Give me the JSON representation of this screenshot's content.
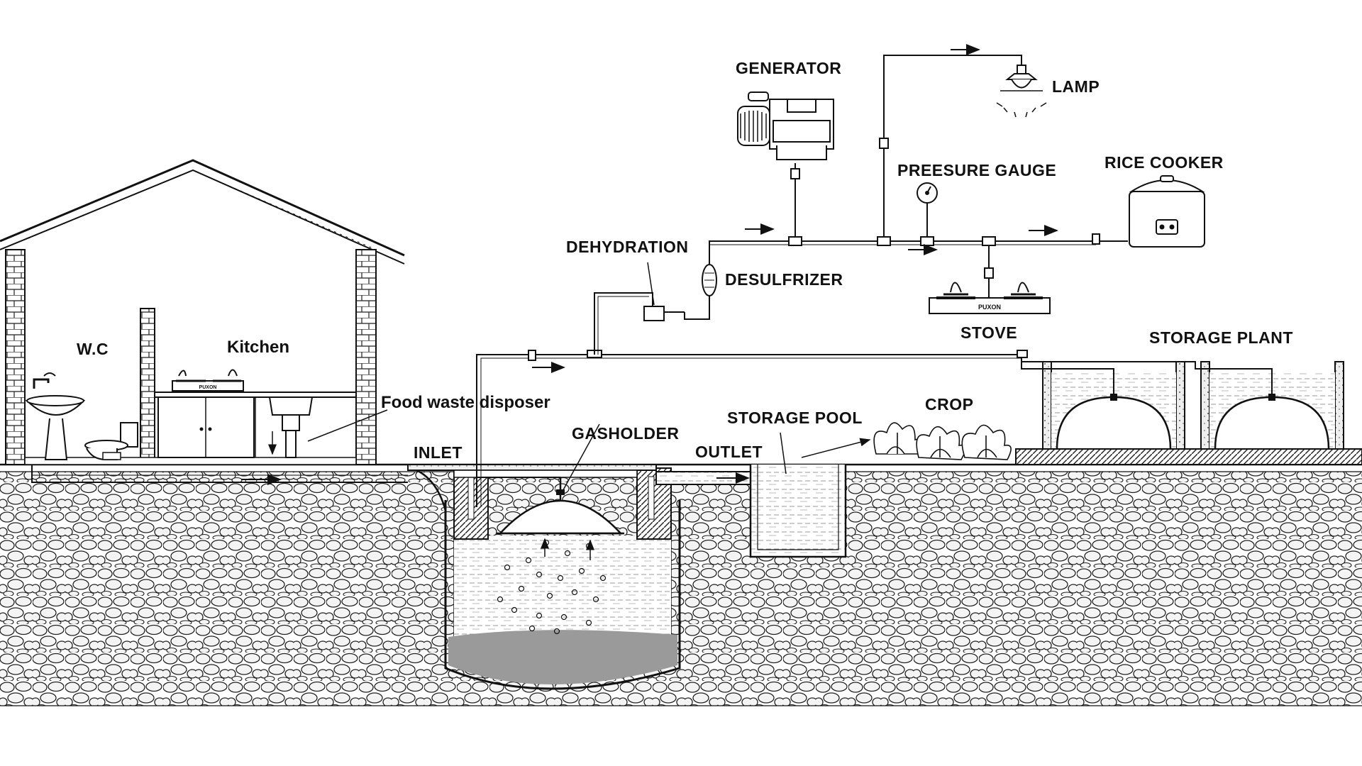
{
  "labels": {
    "wc": "W.C",
    "kitchen": "Kitchen",
    "food_waste_disposer": "Food waste disposer",
    "inlet": "INLET",
    "gasholder": "GASHOLDER",
    "outlet": "OUTLET",
    "storage_pool": "STORAGE POOL",
    "crop": "CROP",
    "storage_plant": "STORAGE PLANT",
    "dehydration": "DEHYDRATION",
    "desulfrizer": "DESULFRIZER",
    "generator": "GENERATOR",
    "lamp": "LAMP",
    "pressure_gauge": "PREESURE GAUGE",
    "rice_cooker": "RICE COOKER",
    "stove": "STOVE"
  },
  "appliance_brand": "PUXON",
  "colors": {
    "line": "#111111",
    "background": "#ffffff",
    "slurry": "#9a9a9a",
    "stone": "#f4f4f4"
  }
}
